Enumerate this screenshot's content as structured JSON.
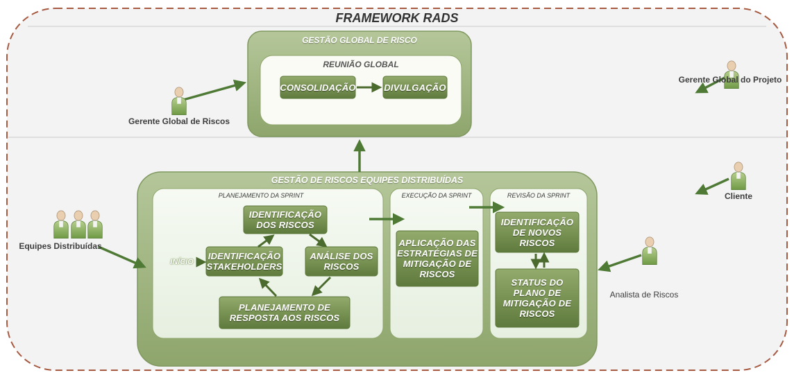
{
  "framework_title": "FRAMEWORK RADS",
  "global": {
    "title": "GESTÃO GLOBAL DE RISCO",
    "meeting_title": "REUNIÃO GLOBAL",
    "consolidacao": "CONSOLIDAÇÃO",
    "divulgacao": "DIVULGAÇÃO"
  },
  "distributed": {
    "title": "GESTÃO DE RISCOS EQUIPES DISTRIBUÍDAS",
    "planning": {
      "title": "PLANEJAMENTO DA SPRINT",
      "inicio": "INÍCIO",
      "identificacao_riscos": [
        "IDENTIFICAÇÃO",
        "DOS RISCOS"
      ],
      "identificacao_stakeholders": [
        "IDENTIFICAÇÃO",
        "STAKEHOLDERS"
      ],
      "analise_riscos": [
        "ANÁLISE DOS",
        "RISCOS"
      ],
      "planejamento_resposta": [
        "PLANEJAMENTO DE",
        "RESPOSTA AOS RISCOS"
      ]
    },
    "execution": {
      "title": "EXECUÇÃO DA SPRINT",
      "aplicacao": [
        "APLICAÇÃO DAS",
        "ESTRATÉGIAS DE",
        "MITIGAÇÃO DE",
        "RISCOS"
      ]
    },
    "review": {
      "title": "REVISÃO DA SPRINT",
      "identificacao_novos": [
        "IDENTIFICAÇÃO",
        "DE NOVOS",
        "RISCOS"
      ],
      "status_plano": [
        "STATUS DO",
        "PLANO DE",
        "MITIGAÇÃO DE",
        "RISCOS"
      ]
    }
  },
  "roles": {
    "gerente_global_riscos": "Gerente Global de Riscos",
    "gerente_global_projeto": "Gerente Global do Projeto",
    "cliente": "Cliente",
    "equipes_distribuidas": "Equipes Distribuídas",
    "analista_riscos": "Analista de Riscos"
  },
  "colors": {
    "box_dark": "#6f8a4c",
    "container": "#9db37c",
    "dashed": "#a65a42",
    "arrow": "#4f7a35"
  }
}
